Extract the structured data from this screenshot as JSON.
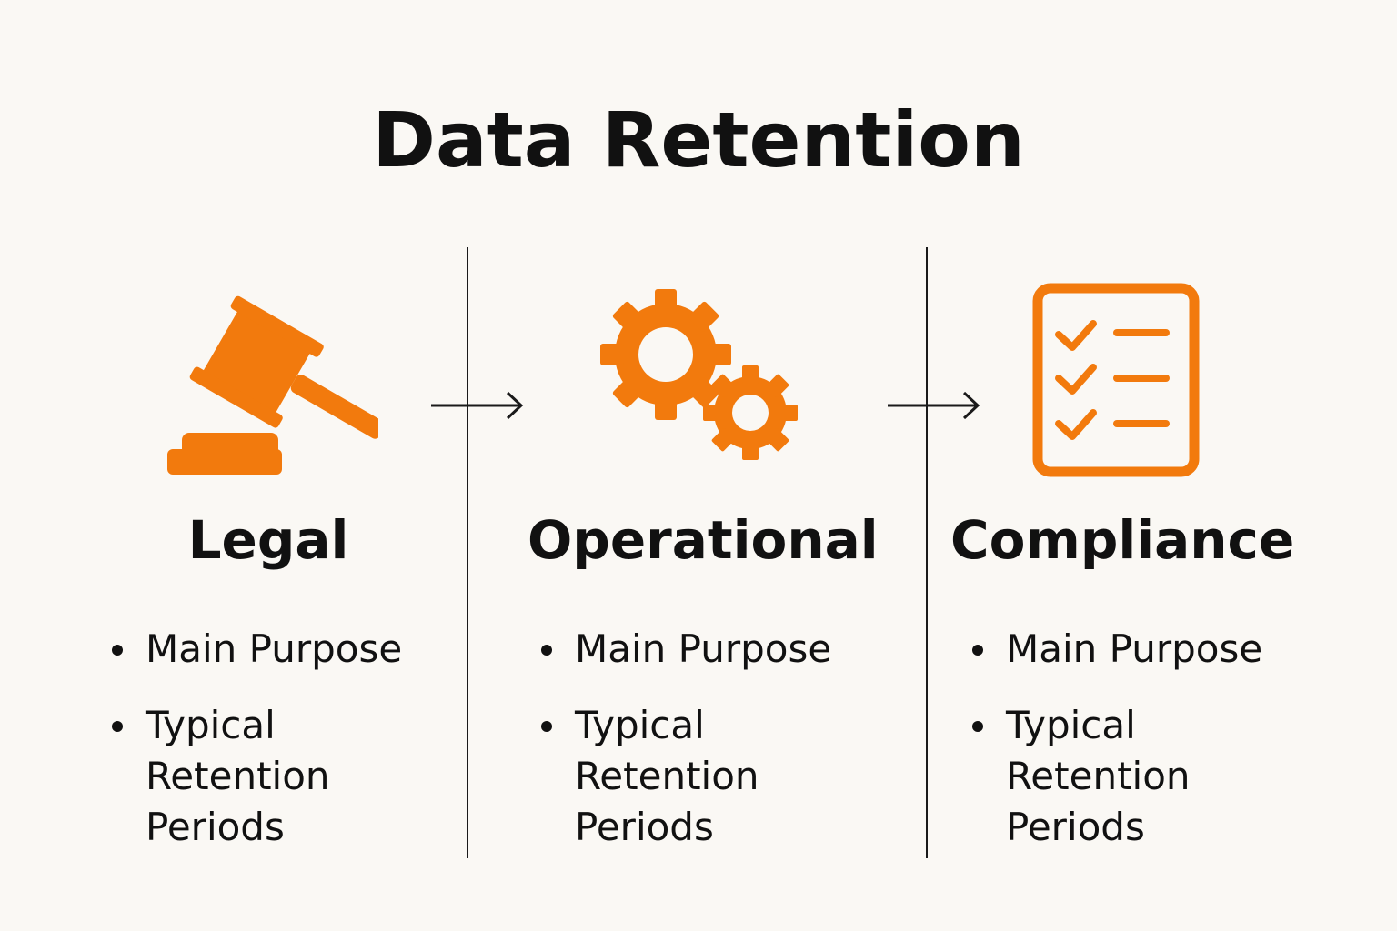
{
  "title": "Data Retention",
  "colors": {
    "accent": "#f27a0d",
    "background": "#faf8f4",
    "text": "#111111"
  },
  "columns": [
    {
      "icon": "gavel-icon",
      "heading": "Legal",
      "bullets": [
        "Main Purpose",
        "Typical Retention Periods"
      ]
    },
    {
      "icon": "gears-icon",
      "heading": "Operational",
      "bullets": [
        "Main Purpose",
        "Typical Retention Periods"
      ]
    },
    {
      "icon": "checklist-icon",
      "heading": "Compliance",
      "bullets": [
        "Main Purpose",
        "Typical Retention Periods"
      ]
    }
  ]
}
